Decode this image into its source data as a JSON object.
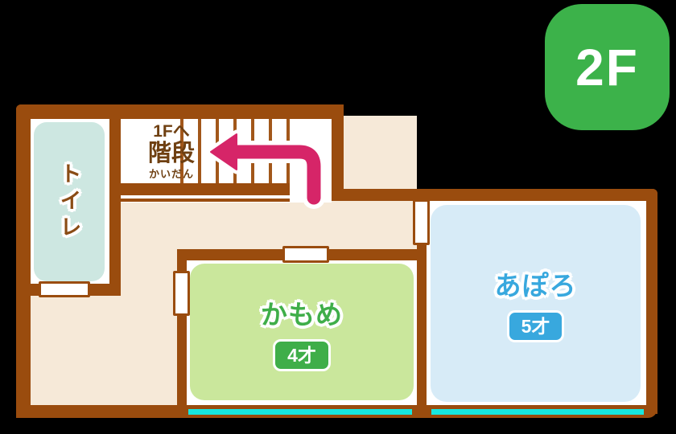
{
  "floor_badge": {
    "label": "2F",
    "color": "#3cb24a"
  },
  "stairwell": {
    "destination": "1Fへ",
    "label": "階段",
    "furigana": "かいだん"
  },
  "toilet": {
    "label": "トイレ",
    "fill": "#cde7e1"
  },
  "rooms": [
    {
      "id": "kamome",
      "name": "かもめ",
      "age": "4才",
      "name_color": "#3fae49",
      "fill": "#cae79c"
    },
    {
      "id": "apollo",
      "name": "あぽろ",
      "age": "5才",
      "name_color": "#38a8de",
      "fill": "#d7ebf7"
    }
  ],
  "colors": {
    "wall": "#9a4c0e",
    "corridor_floor": "#f6e9d8",
    "window": "#17e7df",
    "route_arrow": "#d62568",
    "background": "#000000"
  }
}
